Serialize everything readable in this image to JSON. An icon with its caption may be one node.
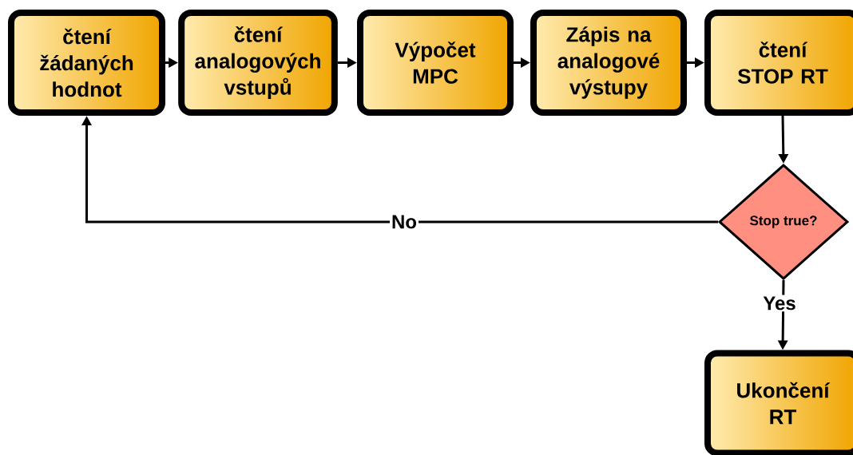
{
  "diagram": {
    "nodes": [
      {
        "text": [
          "čtení žádaných hodnot"
        ]
      },
      {
        "text": [
          "čtení analogových vstupů"
        ]
      },
      {
        "text": [
          "Výpočet MPC"
        ]
      },
      {
        "text": [
          "Zápis na analogové výstupy"
        ]
      },
      {
        "text": [
          "čtení STOP RT"
        ]
      },
      {
        "text": [
          "Stop true?"
        ]
      },
      {
        "text": [
          "Ukončení RT"
        ]
      }
    ],
    "edges": [
      {
        "from": 0,
        "to": 1,
        "arrow": "to"
      },
      {
        "from": 1,
        "to": 2,
        "arrow": "to"
      },
      {
        "from": 2,
        "to": 3,
        "arrow": "to"
      },
      {
        "from": 3,
        "to": 4,
        "arrow": "to"
      },
      {
        "from": 4,
        "to": 5,
        "arrow": "to"
      },
      {
        "from": 5,
        "to": 0,
        "arrow": "to",
        "label": "No"
      },
      {
        "from": 5,
        "to": 6,
        "arrow": "to",
        "label": "Yes"
      }
    ]
  }
}
